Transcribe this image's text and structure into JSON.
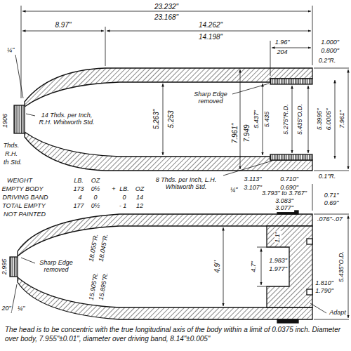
{
  "diagram": {
    "caption": "The head is to be concentric with the true longitudinal axis of the body within a limit of 0.0375 inch. Diameter over body, 7.955\"±0.01\", diameter over driving band, 8.14\"±0.005\"",
    "labels": [
      "23.232\"",
      "23.168\"",
      "8.97\"",
      "14.262\"",
      "14.198\"",
      "1.96\"",
      "204",
      "1.000\"",
      "0.800\"",
      "¼\"",
      "14 Thds. per Inch, R.H. Whitworth Std.",
      "Sharp Edge removed",
      "5.263\"",
      "5.253",
      "7.961\"",
      "7.949",
      "5.437\"",
      "5.435",
      "5.275\"R.D.",
      "5.435\"O.D.",
      "5.3995\"",
      "6.0005\"",
      "7.961\"",
      "0.2\"R.",
      "0.1\"R.",
      "1906",
      "Thds.",
      "R.H.",
      "th Std.",
      "8 Thds. per Inch, L.H. Whitworth Std.",
      "¼\"",
      "3.113\"",
      "3.107\"",
      "0.710\"",
      "0.690\"",
      "WEIGHT",
      "LB.",
      "OZ",
      "EMPTY BODY",
      "173",
      "0½",
      "+",
      "LB.",
      "OZ",
      "DRIVING BAND",
      "4",
      "0",
      "0",
      "14",
      "TOTAL EMPTY",
      "177",
      "0½",
      "- 1",
      "12",
      "NOT PAINTED",
      "3.793\" to 3.767\"",
      "3.083\"",
      "3.077\"",
      "0.71\"",
      "0.69\"",
      ".076\"-.07",
      "2.995",
      "Sharp Edge removed",
      "18.055\"R.",
      "18.045\"R.",
      "15.905\"R.",
      "15.895\"R.",
      "4.9\"",
      "4.7\"",
      "1.1\"",
      "1.983\"",
      "1.977\"",
      "5.435\"O.D.",
      "1.810\"",
      "1.790\"",
      "Adapt",
      "20\"",
      "¼\""
    ]
  }
}
